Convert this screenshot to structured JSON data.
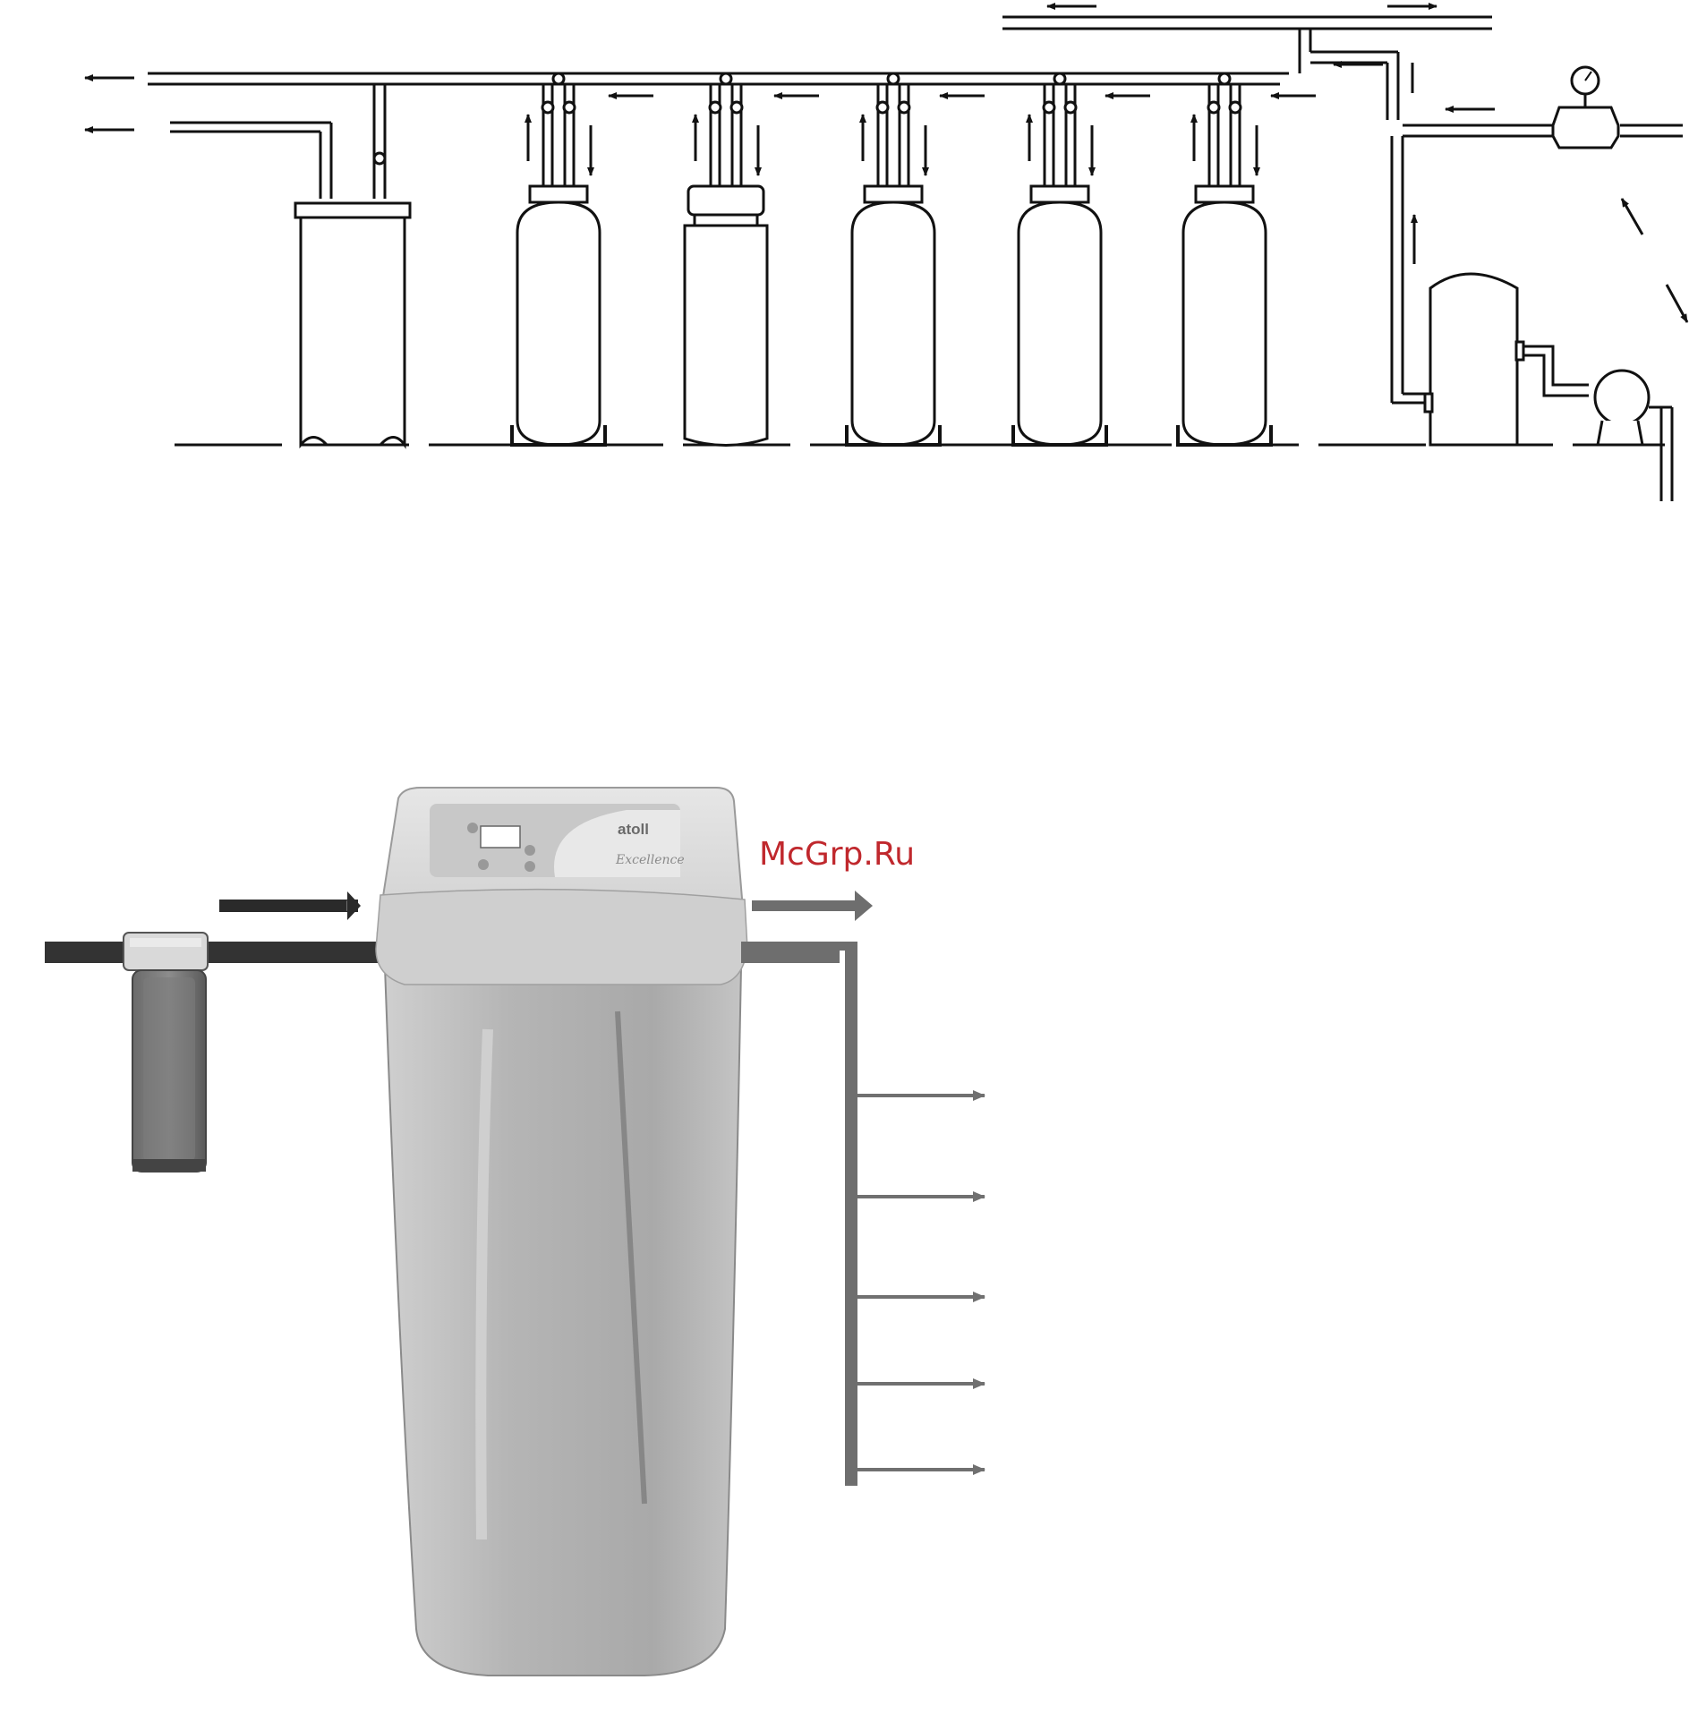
{
  "watermark": "McGrp.Ru",
  "product": {
    "brand": "atoll",
    "model": "Excellence"
  },
  "colors": {
    "line": "#111111",
    "flow_arrow": "#6e6e6e",
    "inlet_arrow": "#2a2a2a",
    "watermark": "#c0282d",
    "cabinet": "#b4b4b4",
    "lid": "#d8d8d8"
  },
  "icons": [
    "pressure-gauge-icon",
    "pump-icon",
    "pressure-tank-icon",
    "filter-housing-icon",
    "softener-cabinet-icon"
  ]
}
